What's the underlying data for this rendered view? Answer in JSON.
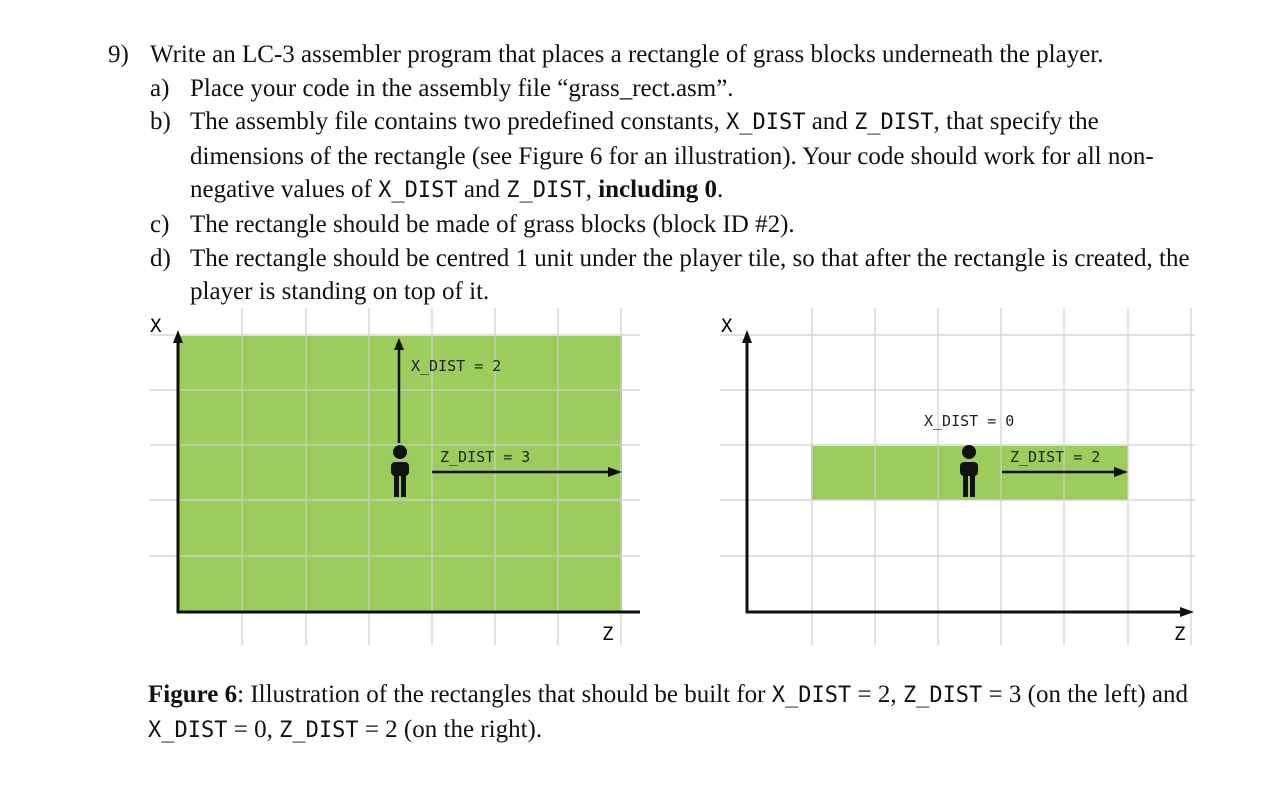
{
  "question": {
    "number": "9)",
    "intro": "Write an LC-3 assembler program that places a rectangle of grass blocks underneath the player.",
    "items": {
      "a": {
        "label": "a)",
        "text": "Place your code in the assembly file “grass_rect.asm”."
      },
      "b": {
        "label": "b)",
        "t1": "The assembly file contains two predefined constants, ",
        "c1": "X_DIST",
        "t2": " and ",
        "c2": "Z_DIST",
        "t3": ", that specify the dimensions of the rectangle (see Figure 6 for an illustration). Your code should work for all non-negative values of ",
        "c3": "X_DIST",
        "t4": " and ",
        "c4": "Z_DIST",
        "t5": ", ",
        "bold": "including 0",
        "t6": "."
      },
      "c": {
        "label": "c)",
        "text": "The rectangle should be made of grass blocks (block ID #2)."
      },
      "d": {
        "label": "d)",
        "text": "The rectangle should be centred 1 unit under the player tile, so that after the rectangle is created, the player is standing on top of it."
      }
    }
  },
  "figure": {
    "left": {
      "x_axis": "X",
      "z_axis": "Z",
      "x_dist_label": "X_DIST = 2",
      "z_dist_label": "Z_DIST = 3"
    },
    "right": {
      "x_axis": "X",
      "z_axis": "Z",
      "x_dist_label": "X_DIST = 0",
      "z_dist_label": "Z_DIST = 2"
    },
    "colors": {
      "grass": "#9ccc5c",
      "grid": "#d0d0d0",
      "axis": "#111111"
    }
  },
  "caption": {
    "bold": "Figure 6",
    "t1": ": Illustration of the rectangles that should be built for ",
    "c1": "X_DIST",
    "t2": " = 2, ",
    "c2": "Z_DIST",
    "t3": " = 3 (on the left) and ",
    "c3": "X_DIST",
    "t4": " = 0, ",
    "c4": "Z_DIST",
    "t5": " = 2 (on the right)."
  }
}
